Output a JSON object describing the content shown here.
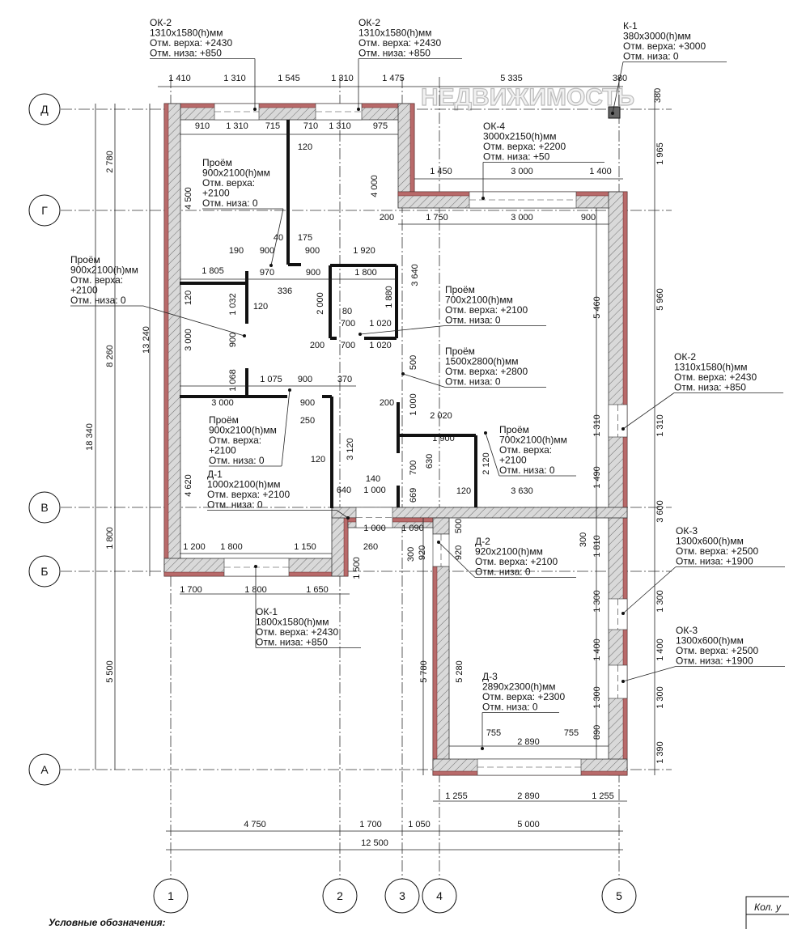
{
  "colors": {
    "wall_hatch": "#d9d9d9",
    "insulation": "#b86a6a",
    "line": "#111111"
  },
  "watermark": "НЕДВИЖИМОСТЬ",
  "axes": {
    "rows": [
      "Д",
      "Г",
      "В",
      "Б",
      "А"
    ],
    "cols": [
      "1",
      "2",
      "3",
      "4",
      "5"
    ]
  },
  "dimensions": [
    "1 410",
    "1 310",
    "1 545",
    "1 310",
    "1 475",
    "5 335",
    "380",
    "380",
    "910",
    "1 310",
    "715",
    "710",
    "1 310",
    "975",
    "120",
    "1 450",
    "3 000",
    "1 400",
    "200",
    "1 750",
    "3 000",
    "900",
    "4 500",
    "4 000",
    "1 965",
    "5 960",
    "5 460",
    "3 640",
    "190",
    "900",
    "40",
    "175",
    "900",
    "1 920",
    "1 805",
    "970",
    "900",
    "1 800",
    "336",
    "120",
    "1 032",
    "120",
    "2 000",
    "1 880",
    "80",
    "700",
    "1 020",
    "200",
    "700",
    "1 020",
    "3 000",
    "900",
    "500",
    "1 068",
    "1 075",
    "900",
    "370",
    "3 000",
    "900",
    "250",
    "200",
    "1 000",
    "2 020",
    "1 900",
    "630",
    "700",
    "669",
    "2 120",
    "3 630",
    "120",
    "1 310",
    "1 490",
    "1 310",
    "3 600",
    "3 120",
    "120",
    "4 620",
    "140",
    "640",
    "1 000",
    "1 000",
    "1 090",
    "500",
    "260",
    "300",
    "920",
    "920",
    "300",
    "1 810",
    "1 500",
    "1 200",
    "1 800",
    "1 150",
    "1 700",
    "1 800",
    "1 650",
    "1 300",
    "1 400",
    "1 300",
    "890",
    "1 300",
    "1 400",
    "1 300",
    "1 390",
    "5 780",
    "5 280",
    "755",
    "755",
    "2 890",
    "1 255",
    "2 890",
    "1 255",
    "4 750",
    "1 700",
    "1 050",
    "5 000",
    "12 500",
    "2 780",
    "8 260",
    "1 800",
    "5 500",
    "18 340",
    "13 240"
  ],
  "callouts": [
    {
      "lines": [
        "ОК-2",
        "1310x1580(h)мм",
        "Отм. верха: +2430",
        "Отм. низа: +850"
      ]
    },
    {
      "lines": [
        "ОК-2",
        "1310x1580(h)мм",
        "Отм. верха: +2430",
        "Отм. низа: +850"
      ]
    },
    {
      "lines": [
        "К-1",
        "380x3000(h)мм",
        "Отм. верха: +3000",
        "Отм. низа: 0"
      ]
    },
    {
      "lines": [
        "ОК-4",
        "3000x2150(h)мм",
        "Отм. верха: +2200",
        "Отм. низа: +50"
      ]
    },
    {
      "lines": [
        "Проём",
        "900x2100(h)мм",
        "Отм. верха:",
        " +2100",
        "Отм. низа: 0"
      ]
    },
    {
      "lines": [
        "Проём",
        "900x2100(h)мм",
        "Отм. верха:",
        " +2100",
        "Отм. низа: 0"
      ]
    },
    {
      "lines": [
        "Проём",
        "700x2100(h)мм",
        "Отм. верха: +2100",
        "Отм. низа: 0"
      ]
    },
    {
      "lines": [
        "Проём",
        "1500x2800(h)мм",
        "Отм. верха: +2800",
        "Отм. низа: 0"
      ]
    },
    {
      "lines": [
        "ОК-2",
        "1310x1580(h)мм",
        "Отм. верха: +2430",
        "Отм. низа: +850"
      ]
    },
    {
      "lines": [
        "Проём",
        "900x2100(h)мм",
        "Отм. верха:",
        " +2100",
        "Отм. низа: 0"
      ]
    },
    {
      "lines": [
        "Проём",
        "700x2100(h)мм",
        "Отм. верха:",
        " +2100",
        "Отм. низа: 0"
      ]
    },
    {
      "lines": [
        "Д-1",
        "1000x2100(h)мм",
        "Отм. верха: +2100",
        "Отм. низа: 0"
      ]
    },
    {
      "lines": [
        "Д-2",
        "920x2100(h)мм",
        "Отм. верха: +2100",
        "Отм. низа: 0"
      ]
    },
    {
      "lines": [
        "ОК-3",
        "1300x600(h)мм",
        "Отм. верха: +2500",
        "Отм. низа: +1900"
      ]
    },
    {
      "lines": [
        "ОК-3",
        "1300x600(h)мм",
        "Отм. верха: +2500",
        "Отм. низа: +1900"
      ]
    },
    {
      "lines": [
        "ОК-1",
        "1800x1580(h)мм",
        "Отм. верха: +2430",
        "Отм. низа: +850"
      ]
    },
    {
      "lines": [
        "Д-3",
        "2890x2300(h)мм",
        "Отм. верха: +2300",
        "Отм. низа: 0"
      ]
    }
  ],
  "legend": {
    "title": "Условные обозначения:"
  },
  "stamp": {
    "label": "Кол. у"
  }
}
